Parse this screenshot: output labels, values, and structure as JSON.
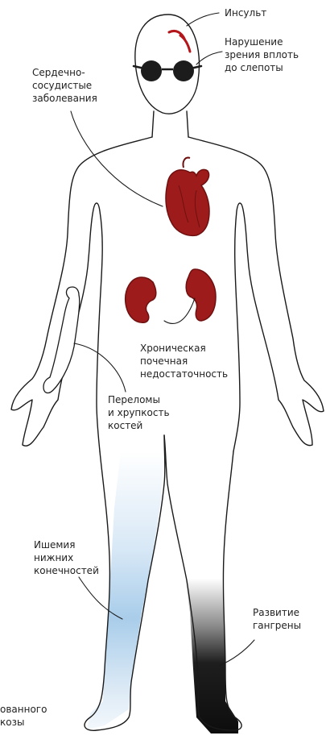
{
  "labels": {
    "stroke": "Инсульт",
    "vision_loss": "Нарушение\nзрения вплоть\nдо слепоты",
    "cardiovascular": "Сердечно-\nсосудистые\nзаболевания",
    "kidney_failure": "Хроническая\nпочечная\nнедостаточность",
    "fractures": "Переломы\nи хрупкость\nкостей",
    "limb_ischemia": "Ишемия\nнижних\nконечностей",
    "gangrene": "Развитие\nгангрены",
    "cropped_left": "ованного\nкозы"
  },
  "colors": {
    "outline": "#1a1a1a",
    "organ": "#9e1b1b",
    "organ_dark": "#6e1010",
    "stroke_mark": "#b3161b",
    "ischemia_blue": "#a9cdea",
    "gangrene_dark": "#0d0d0d",
    "glasses": "#1c1c1c"
  },
  "icons": {
    "heart": "heart-icon",
    "kidneys": "kidney-icon",
    "bone": "bone-icon",
    "glasses": "glasses-icon"
  }
}
